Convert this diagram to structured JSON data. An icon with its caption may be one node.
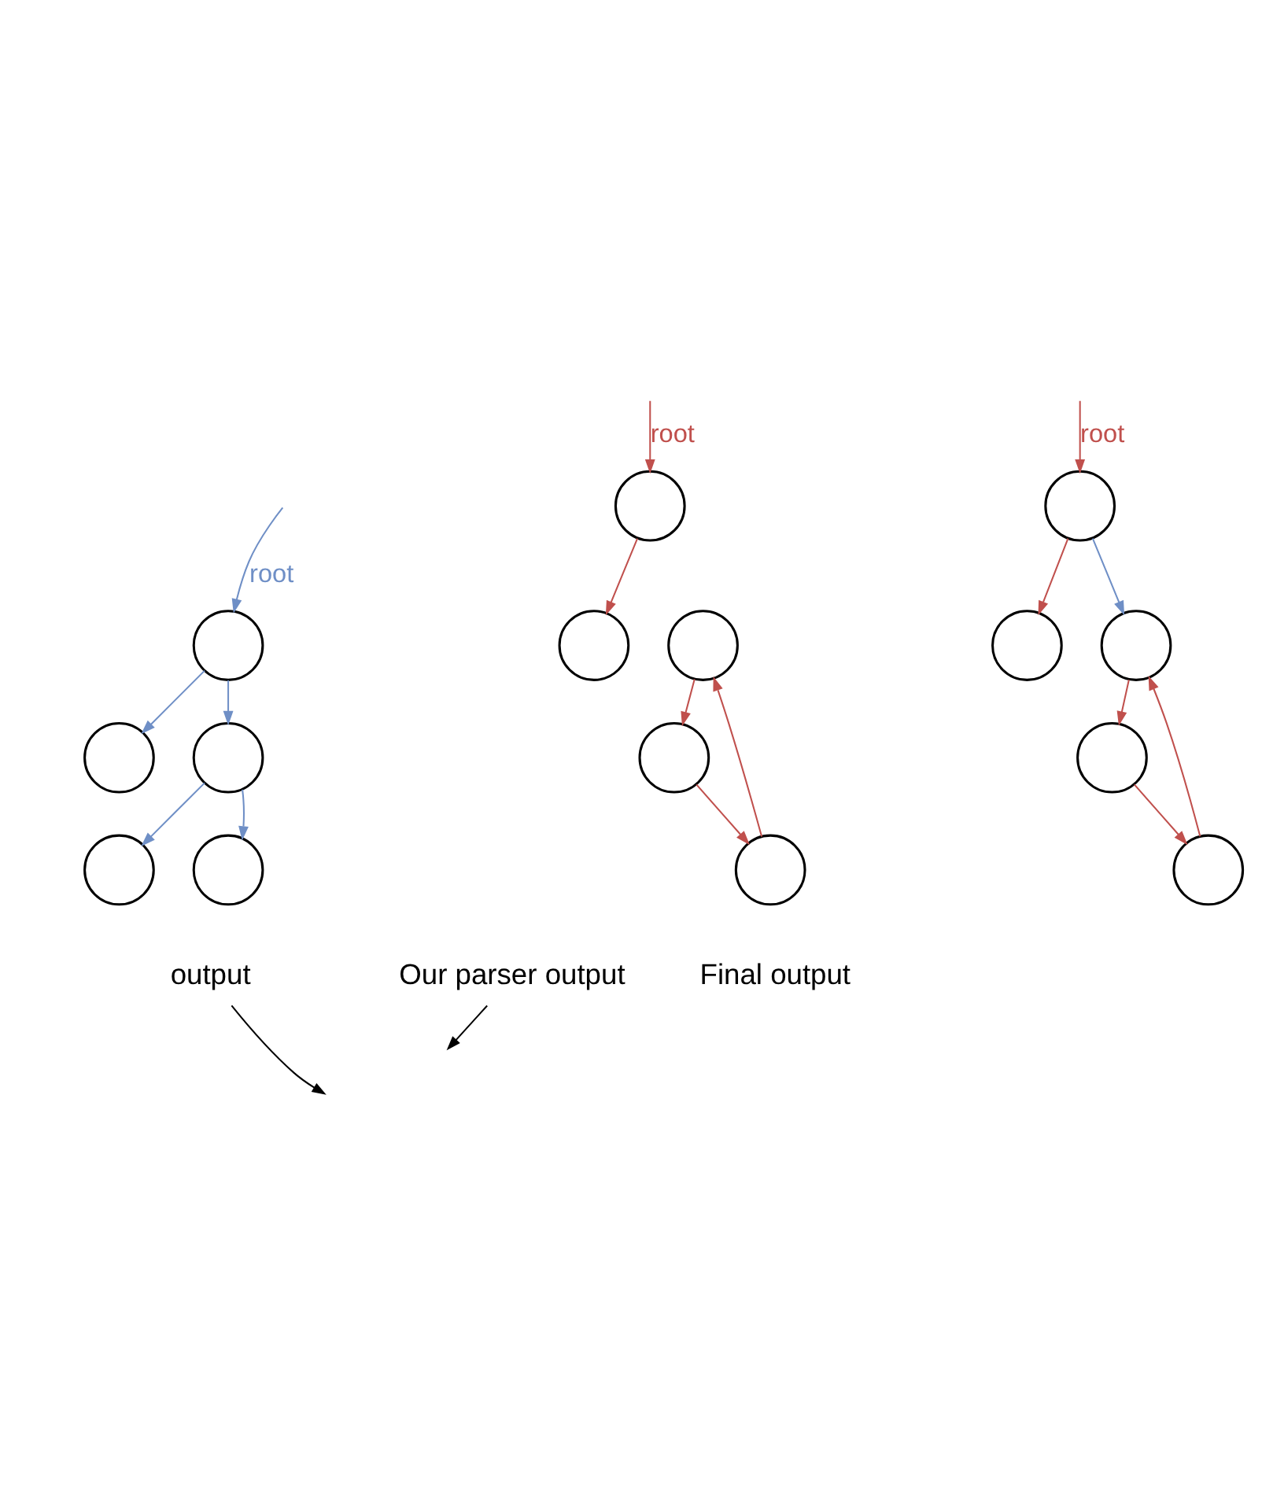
{
  "diagram": {
    "nodes": [
      {
        "text": [
          "Our parser output"
        ]
      },
      {
        "text": [],
        "shape": "circle"
      },
      {
        "text": [],
        "shape": "circle"
      },
      {
        "text": [],
        "shape": "circle"
      },
      {
        "text": [],
        "shape": "circle"
      },
      {
        "text": [],
        "shape": "circle"
      },
      {
        "text": [
          "output"
        ]
      },
      {
        "text": [],
        "shape": "circle"
      },
      {
        "text": [],
        "shape": "circle"
      },
      {
        "text": [],
        "shape": "circle"
      },
      {
        "text": [],
        "shape": "circle"
      },
      {
        "text": [],
        "shape": "circle"
      },
      {
        "text": [
          "Final output"
        ]
      },
      {
        "text": [],
        "shape": "circle"
      },
      {
        "text": [],
        "shape": "circle"
      },
      {
        "text": [],
        "shape": "circle"
      },
      {
        "text": [],
        "shape": "circle"
      },
      {
        "text": [],
        "shape": "circle"
      }
    ],
    "edges": [
      {
        "from": null,
        "to": 1,
        "arrow": "to",
        "label": "root"
      },
      {
        "from": 1,
        "to": 2,
        "arrow": "to"
      },
      {
        "from": 3,
        "to": 4,
        "arrow": "to"
      },
      {
        "from": 4,
        "to": 5,
        "arrow": "to"
      },
      {
        "from": 5,
        "to": 3,
        "arrow": "to"
      },
      {
        "from": null,
        "to": 7,
        "arrow": "to",
        "label": "root",
        "color": "#6f8fc6"
      },
      {
        "from": 7,
        "to": 8,
        "arrow": "to",
        "color": "#6f8fc6"
      },
      {
        "from": 7,
        "to": 9,
        "arrow": "to",
        "color": "#6f8fc6"
      },
      {
        "from": 9,
        "to": 10,
        "arrow": "to",
        "color": "#6f8fc6"
      },
      {
        "from": 9,
        "to": 11,
        "arrow": "to",
        "color": "#6f8fc6"
      },
      {
        "from": 0,
        "to": null,
        "arrow": "to",
        "color": "#000000"
      },
      {
        "from": 6,
        "to": null,
        "arrow": "to",
        "color": "#000000"
      },
      {
        "from": null,
        "to": 13,
        "arrow": "to",
        "label": "root"
      },
      {
        "from": 13,
        "to": 14,
        "arrow": "to"
      },
      {
        "from": 13,
        "to": 15,
        "arrow": "to",
        "color": "#6f8fc6"
      },
      {
        "from": 15,
        "to": 16,
        "arrow": "to"
      },
      {
        "from": 16,
        "to": 17,
        "arrow": "to"
      },
      {
        "from": 17,
        "to": 15,
        "arrow": "to"
      }
    ]
  }
}
